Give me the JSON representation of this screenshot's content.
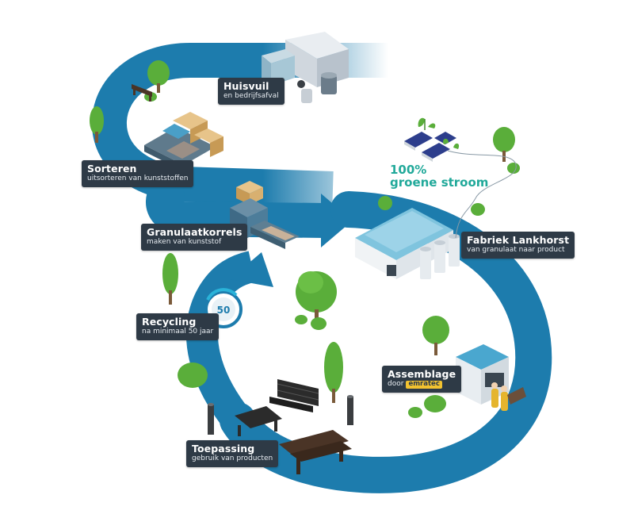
{
  "steps": {
    "huisvuil": {
      "title": "Huisvuil",
      "subtitle": "en bedrijfsafval"
    },
    "sorteren": {
      "title": "Sorteren",
      "subtitle": "uitsorteren van kunststoffen"
    },
    "granulaat": {
      "title": "Granulaatkorrels",
      "subtitle": "maken van kunststof"
    },
    "fabriek": {
      "title": "Fabriek Lankhorst",
      "subtitle": "van granulaat naar product"
    },
    "recycling": {
      "title": "Recycling",
      "subtitle": "na minimaal 50 jaar",
      "badge": "50"
    },
    "assemblage": {
      "title": "Assemblage",
      "subtitle_prefix": "door",
      "brand": "emratec"
    },
    "toepassing": {
      "title": "Toepassing",
      "subtitle": "gebruik van producten"
    }
  },
  "green_energy": {
    "percent": "100%",
    "label": "groene stroom"
  },
  "colors": {
    "flow": "#1d7cad",
    "flow_dark": "#16679a",
    "label_bg": "#2e3a46",
    "tree": "#5aae3a",
    "tree_dark": "#3f8a2a",
    "energy_text": "#21a99a",
    "brand": "#f2c230"
  },
  "icons": [
    "garbage-truck-icon",
    "sorting-machine-icon",
    "granulate-machine-icon",
    "factory-icon",
    "solar-panel-icon",
    "recycle-timer-icon",
    "assembly-booth-icon",
    "picnic-table-icon",
    "bench-icon",
    "bollard-icon",
    "tree-icon"
  ]
}
